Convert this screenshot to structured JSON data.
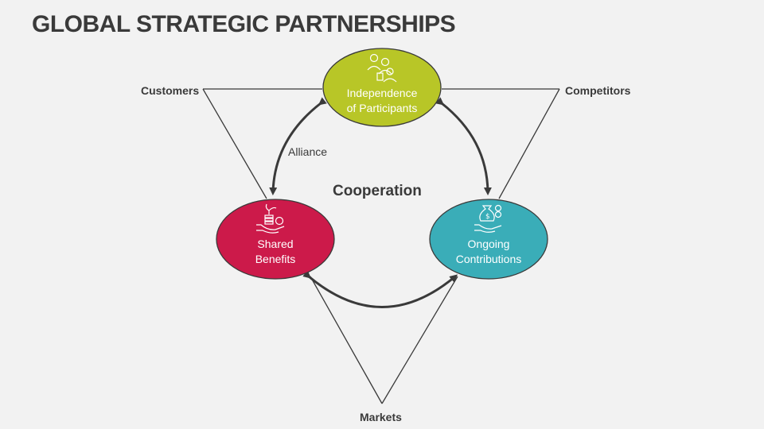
{
  "title": "GLOBAL STRATEGIC PARTNERSHIPS",
  "center_label": "Cooperation",
  "alliance_label": "Alliance",
  "corners": {
    "customers": "Customers",
    "competitors": "Competitors",
    "markets": "Markets"
  },
  "nodes": {
    "independence": {
      "line1": "Independence",
      "line2": "of Participants",
      "color": "#b8c627",
      "icon": "people-group-icon"
    },
    "shared": {
      "line1": "Shared",
      "line2": "Benefits",
      "color": "#cc1a4a",
      "icon": "hand-coins-plant-icon"
    },
    "ongoing": {
      "line1": "Ongoing",
      "line2": "Contributions",
      "color": "#3aadb8",
      "icon": "hand-money-bag-icon"
    }
  },
  "colors": {
    "line": "#3a3a3a",
    "arrow": "#3a3a3a",
    "background": "#f2f2f2"
  }
}
